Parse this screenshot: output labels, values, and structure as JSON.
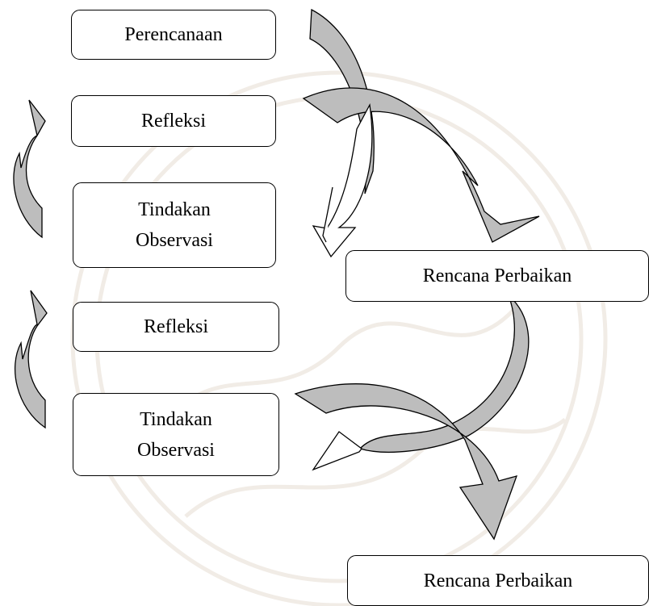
{
  "diagram": {
    "boxes": [
      {
        "id": "perencanaan",
        "lines": [
          "Perencanaan"
        ]
      },
      {
        "id": "refleksi-1",
        "lines": [
          "Refleksi"
        ]
      },
      {
        "id": "tindakan-observasi-1",
        "lines": [
          "Tindakan",
          "Observasi"
        ]
      },
      {
        "id": "rencana-perbaikan-1",
        "lines": [
          "Rencana Perbaikan"
        ]
      },
      {
        "id": "refleksi-2",
        "lines": [
          "Refleksi"
        ]
      },
      {
        "id": "tindakan-observasi-2",
        "lines": [
          "Tindakan",
          "Observasi"
        ]
      },
      {
        "id": "rencana-perbaikan-2",
        "lines": [
          "Rencana Perbaikan"
        ]
      }
    ],
    "arrow_fill": "#bdbdbd",
    "arrow_stroke": "#000000",
    "watermark_color": "#f1ece6"
  }
}
